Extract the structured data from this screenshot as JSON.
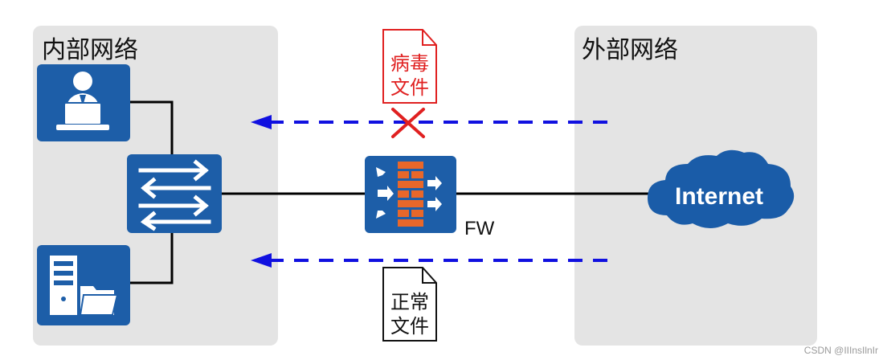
{
  "zones": {
    "internal": {
      "label": "内部网络"
    },
    "external": {
      "label": "外部网络"
    }
  },
  "documents": {
    "virus": {
      "line1": "病毒",
      "line2": "文件",
      "color": "#e02020"
    },
    "normal": {
      "line1": "正常",
      "line2": "文件",
      "color": "#111111"
    }
  },
  "firewall": {
    "label": "FW"
  },
  "internet": {
    "label": "Internet"
  },
  "watermark": "CSDN @IIInsIlnIr",
  "colors": {
    "zone_bg": "#e4e4e4",
    "icon_blue": "#1d5ea8",
    "cloud_blue": "#1a5ca8",
    "firewall_brick": "#e8672a",
    "flow_arrow": "#1010e0",
    "block_x": "#e02020"
  },
  "icons": [
    "user-computer-icon",
    "switch-icon",
    "server-folder-icon",
    "firewall-icon",
    "internet-cloud-icon",
    "virus-file-icon",
    "normal-file-icon",
    "block-x-icon"
  ]
}
